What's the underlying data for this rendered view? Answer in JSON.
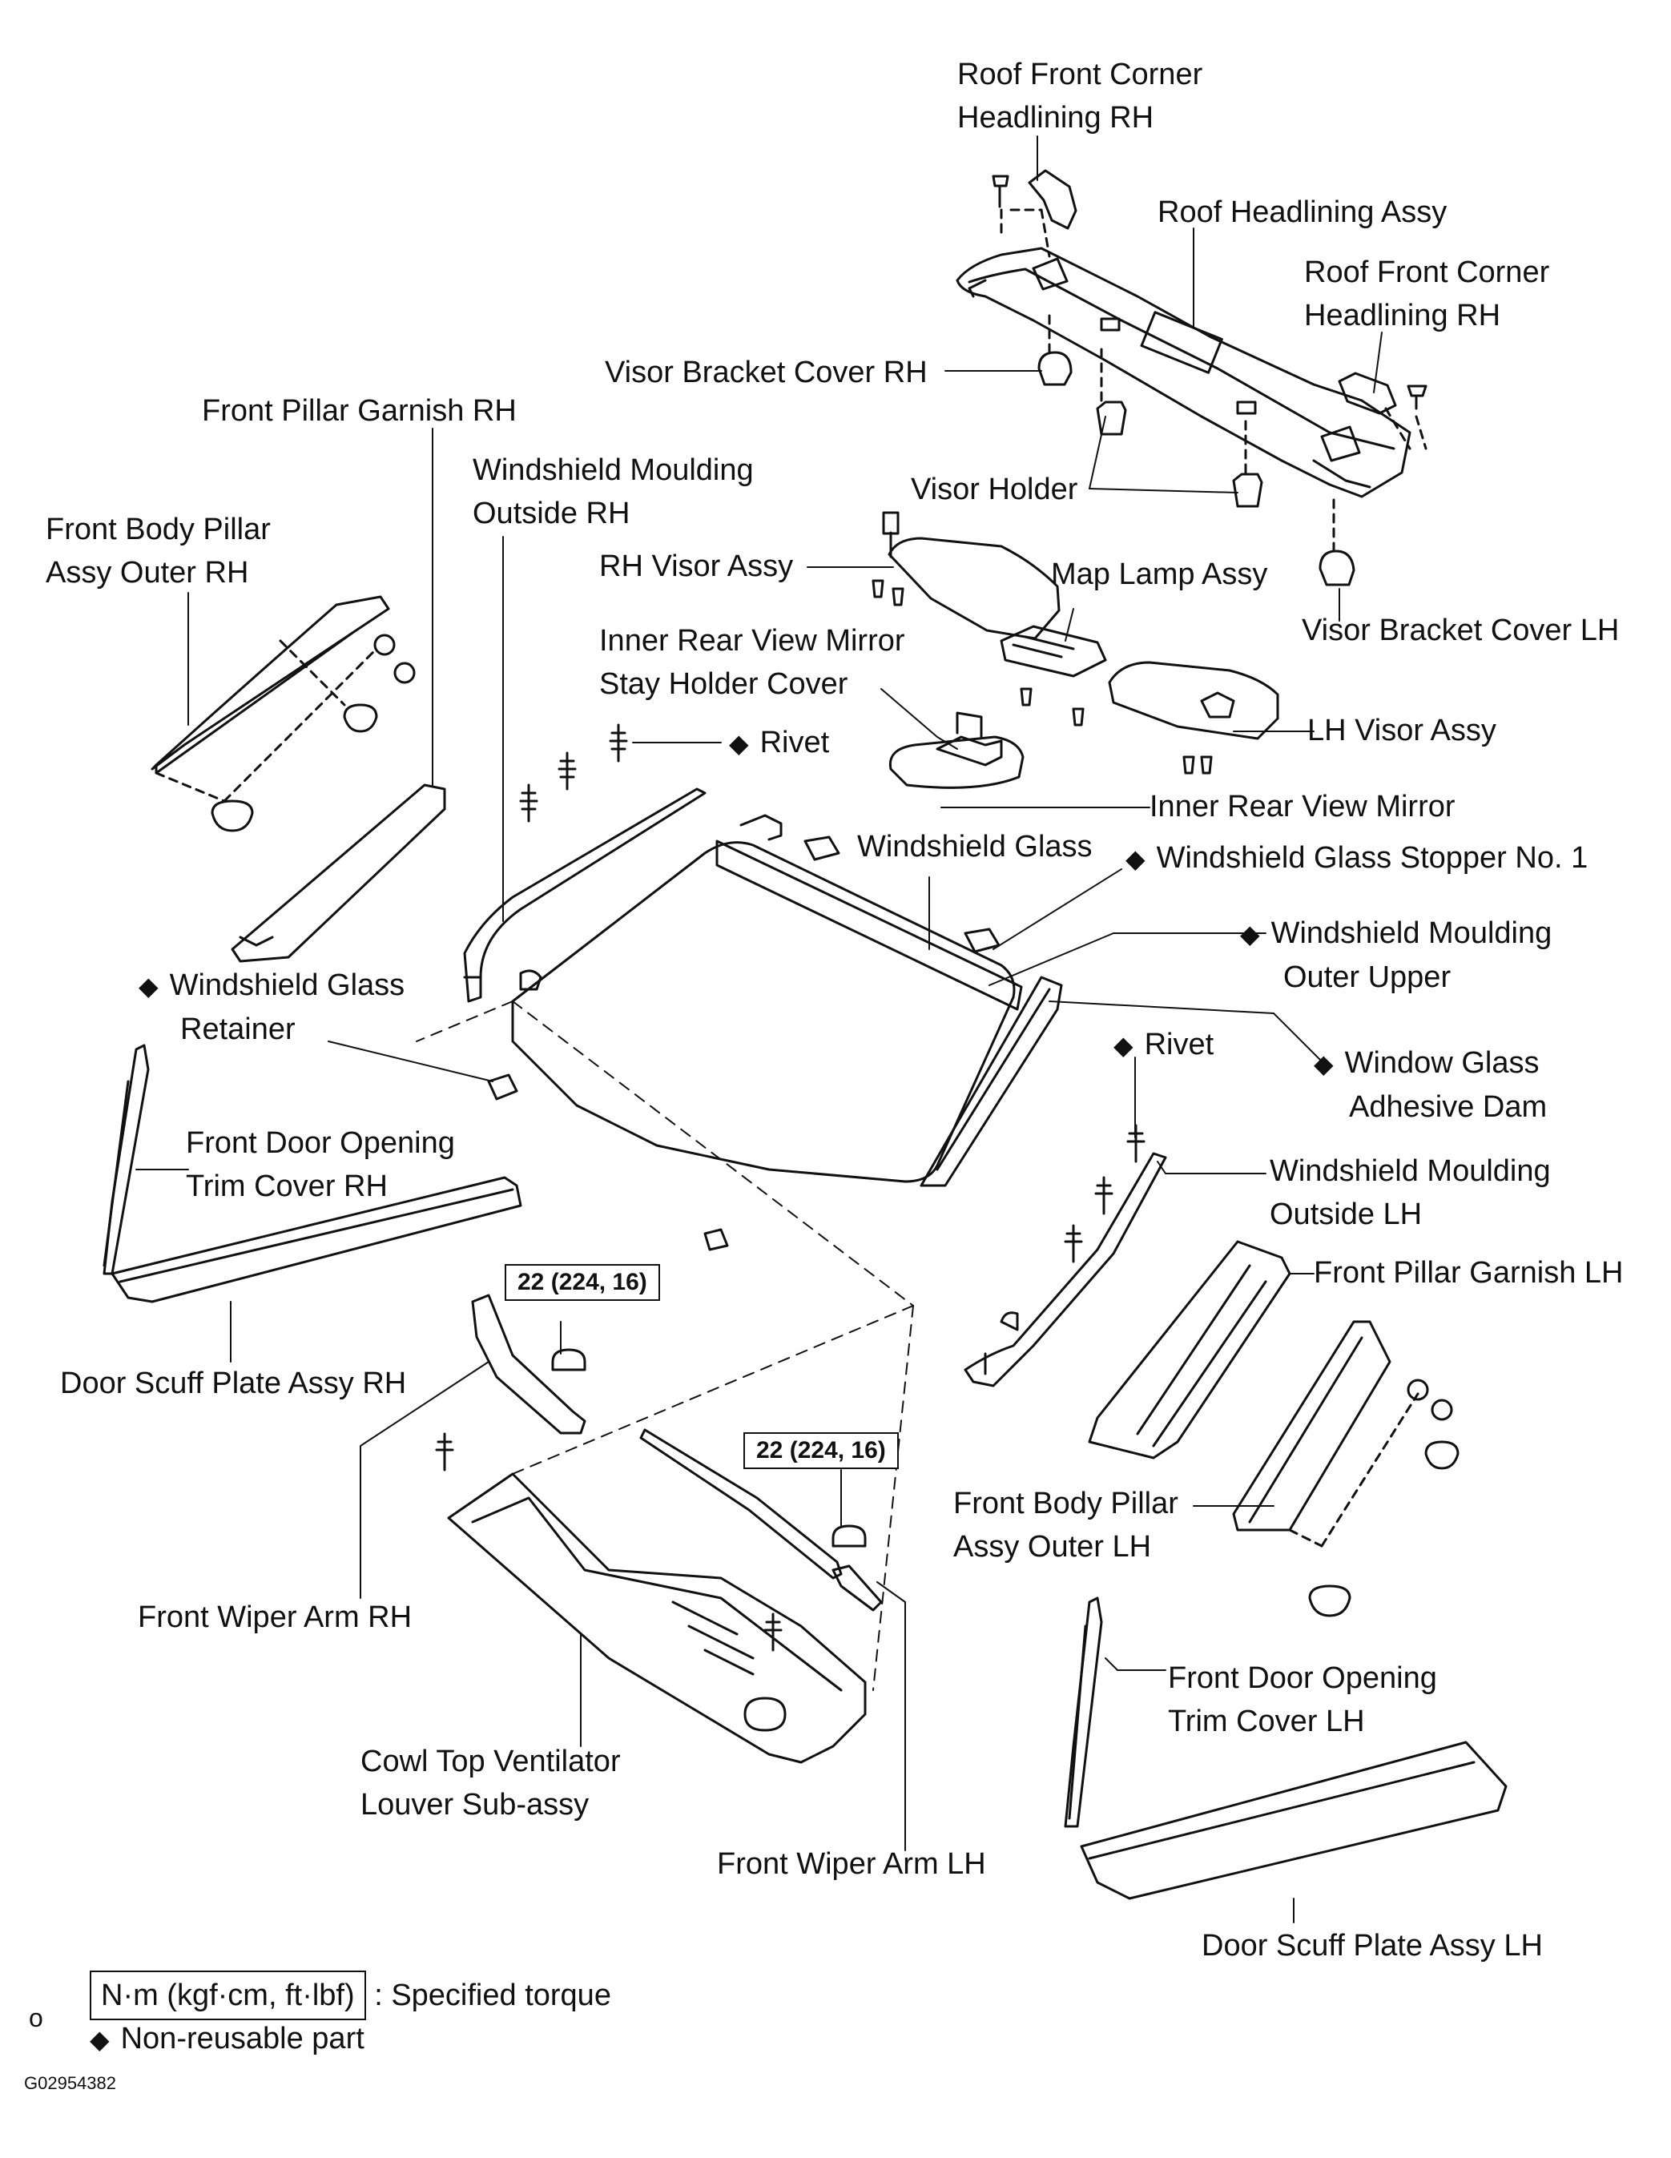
{
  "labels": {
    "roof_front_corner_headlining_rh_top": [
      "Roof Front Corner",
      "Headlining RH"
    ],
    "roof_headlining_assy": "Roof Headlining Assy",
    "roof_front_corner_headlining_rh_right": [
      "Roof Front Corner",
      "Headlining RH"
    ],
    "visor_bracket_cover_rh": "Visor Bracket Cover RH",
    "front_pillar_garnish_rh": "Front Pillar Garnish RH",
    "windshield_moulding_outside_rh": [
      "Windshield Moulding",
      "Outside RH"
    ],
    "visor_holder": "Visor Holder",
    "front_body_pillar_assy_outer_rh": [
      "Front Body Pillar",
      "Assy Outer RH"
    ],
    "rh_visor_assy": "RH Visor Assy",
    "map_lamp_assy": "Map Lamp Assy",
    "visor_bracket_cover_lh": "Visor Bracket Cover LH",
    "inner_rear_view_mirror_stay_holder_cover": [
      "Inner Rear View Mirror",
      "Stay Holder Cover"
    ],
    "rivet_top": "Rivet",
    "lh_visor_assy": "LH Visor Assy",
    "inner_rear_view_mirror": "Inner Rear View Mirror",
    "windshield_glass": "Windshield Glass",
    "windshield_glass_stopper_no1": "Windshield Glass Stopper No. 1",
    "windshield_moulding_outer_upper": [
      "Windshield Moulding",
      "Outer Upper"
    ],
    "windshield_glass_retainer": [
      "Windshield Glass",
      "Retainer"
    ],
    "rivet_right": "Rivet",
    "window_glass_adhesive_dam": [
      "Window Glass",
      "Adhesive Dam"
    ],
    "front_door_opening_trim_cover_rh": [
      "Front Door Opening",
      "Trim Cover RH"
    ],
    "windshield_moulding_outside_lh": [
      "Windshield Moulding",
      "Outside LH"
    ],
    "front_pillar_garnish_lh": "Front Pillar Garnish LH",
    "door_scuff_plate_assy_rh": "Door Scuff Plate Assy RH",
    "front_body_pillar_assy_outer_lh": [
      "Front Body Pillar",
      "Assy Outer LH"
    ],
    "front_wiper_arm_rh": "Front Wiper Arm RH",
    "front_door_opening_trim_cover_lh": [
      "Front Door Opening",
      "Trim Cover LH"
    ],
    "cowl_top_ventilator_louver_sub_assy": [
      "Cowl Top Ventilator",
      "Louver  Sub-assy"
    ],
    "front_wiper_arm_lh": "Front Wiper Arm LH",
    "door_scuff_plate_assy_lh": "Door Scuff Plate Assy LH"
  },
  "torque": {
    "wiper_rh": "22 (224, 16)",
    "wiper_lh": "22 (224, 16)"
  },
  "legend": {
    "torque_units": "N·m (kgf·cm, ft·lbf)",
    "torque_desc": ": Specified torque",
    "non_reusable_symbol": "◆",
    "non_reusable_desc": "Non-reusable part",
    "corner_mark": "o"
  },
  "figure_id": "G02954382",
  "non_reusable_symbol": "◆"
}
